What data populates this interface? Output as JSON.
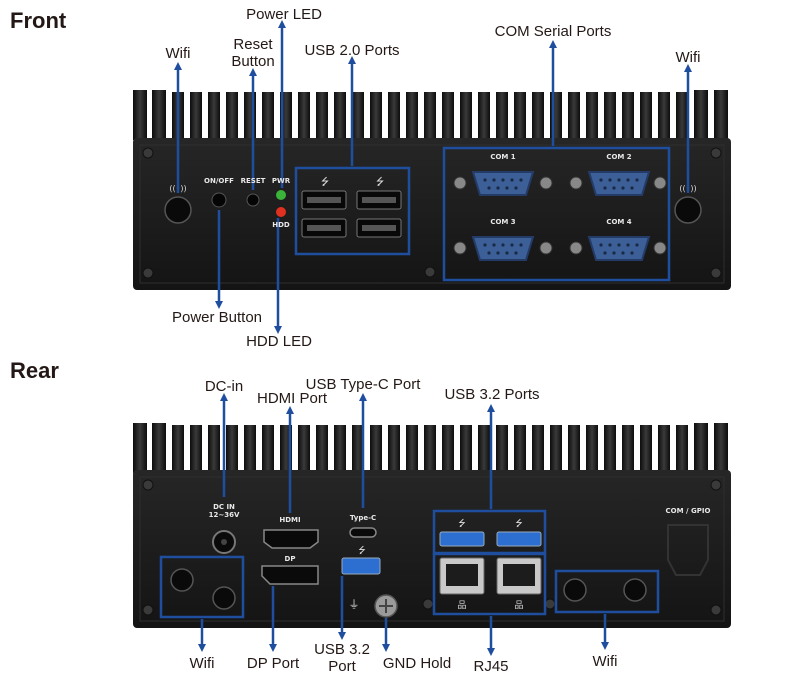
{
  "sections": {
    "front": "Front",
    "rear": "Rear"
  },
  "front_callouts": {
    "wifi_left": "Wifi",
    "reset_button": "Reset\nButton",
    "power_led": "Power LED",
    "usb2_ports": "USB 2.0 Ports",
    "com_serial_ports": "COM Serial Ports",
    "wifi_right": "Wifi",
    "power_button": "Power Button",
    "hdd_led": "HDD LED"
  },
  "rear_callouts": {
    "dc_in": "DC-in",
    "hdmi_port": "HDMI Port",
    "usb_type_c": "USB Type-C Port",
    "usb32_ports": "USB 3.2 Ports",
    "wifi_left": "Wifi",
    "dp_port": "DP Port",
    "usb32_port": "USB 3.2\nPort",
    "gnd_hold": "GND Hold",
    "rj45": "RJ45",
    "wifi_right": "Wifi"
  },
  "front_panel_labels": {
    "on_off": "ON/OFF",
    "reset": "RESET",
    "pwr": "PWR",
    "hdd": "HDD",
    "com1": "COM 1",
    "com2": "COM 2",
    "com3": "COM 3",
    "com4": "COM 4"
  },
  "rear_panel_labels": {
    "dc_in": "DC IN\n12~36V",
    "hdmi": "HDMI",
    "type_c": "Type-C",
    "dp": "DP",
    "com_gpio": "COM / GPIO"
  },
  "colors": {
    "callout_box": "#1f4e9e",
    "arrow": "#1f4e9e",
    "chassis": "#1c1c1c",
    "usb3_blue": "#2c6fd1",
    "db9_blue": "#3d5f98",
    "power_led": "#3ab53a",
    "hdd_led": "#e03020"
  }
}
